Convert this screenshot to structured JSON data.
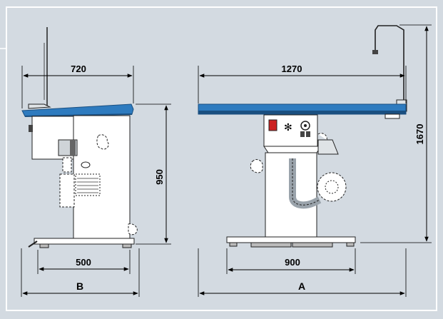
{
  "colors": {
    "background": "#d3dae1",
    "frame": "#ffffff",
    "table_top": "#2e7bbf",
    "table_top_dark": "#1a4f80",
    "control_red": "#cc2020",
    "steel": "#9aa3ab"
  },
  "dimensions": {
    "side_top_width": "720",
    "side_height": "950",
    "side_base_width": "500",
    "side_overall": "B",
    "front_top_width": "1270",
    "front_total_height": "1670",
    "front_base_width": "900",
    "front_overall": "A"
  }
}
